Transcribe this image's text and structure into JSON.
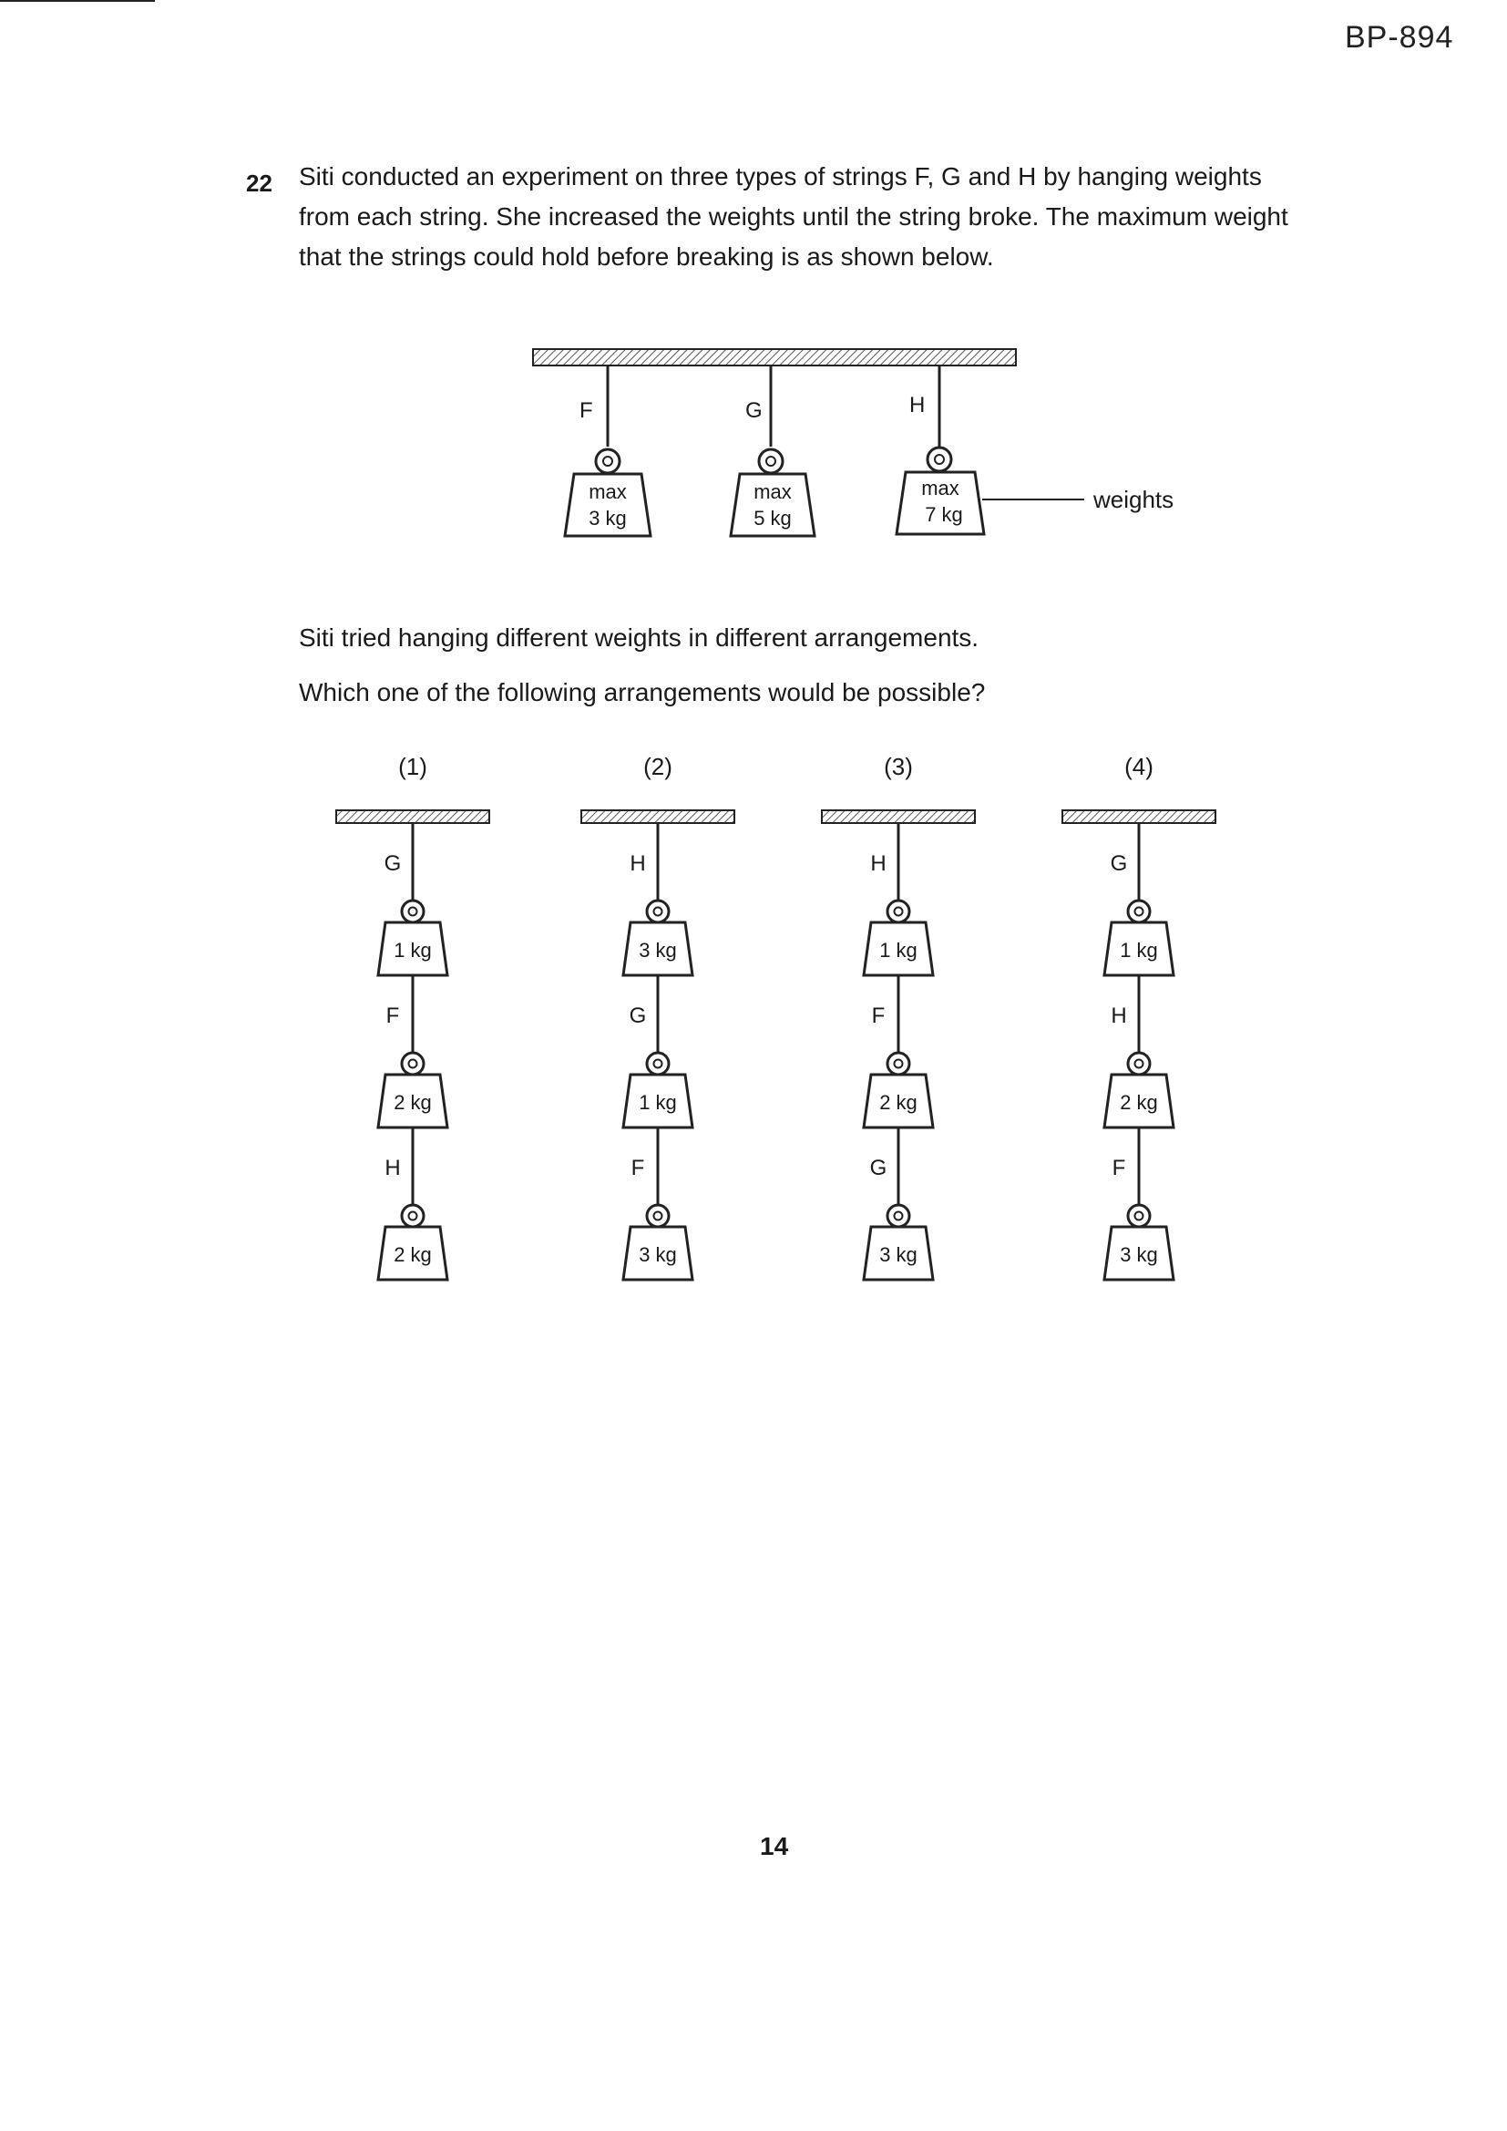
{
  "header": {
    "code": "BP-894"
  },
  "question": {
    "number": "22",
    "text": "Siti conducted an experiment on three types of strings F, G and H by hanging weights from each string. She increased the weights until the string broke. The maximum weight that the strings could hold before breaking is as shown below.",
    "paragraph1": "Siti tried hanging different weights in different arrangements.",
    "paragraph2": "Which one of the following arrangements would be possible?"
  },
  "diagram": {
    "strings": [
      {
        "label": "F",
        "line1": "max",
        "line2": "3 kg"
      },
      {
        "label": "G",
        "line1": "max",
        "line2": "5 kg"
      },
      {
        "label": "H",
        "line1": "max",
        "line2": "7 kg"
      }
    ],
    "callout": "weights"
  },
  "options": [
    {
      "label": "(1)",
      "strings": [
        "G",
        "F",
        "H"
      ],
      "weights": [
        "1 kg",
        "2 kg",
        "2 kg"
      ]
    },
    {
      "label": "(2)",
      "strings": [
        "H",
        "G",
        "F"
      ],
      "weights": [
        "3 kg",
        "1 kg",
        "3 kg"
      ]
    },
    {
      "label": "(3)",
      "strings": [
        "H",
        "F",
        "G"
      ],
      "weights": [
        "1 kg",
        "2 kg",
        "3 kg"
      ]
    },
    {
      "label": "(4)",
      "strings": [
        "G",
        "H",
        "F"
      ],
      "weights": [
        "1 kg",
        "2 kg",
        "3 kg"
      ]
    }
  ],
  "footer": {
    "page": "14"
  }
}
